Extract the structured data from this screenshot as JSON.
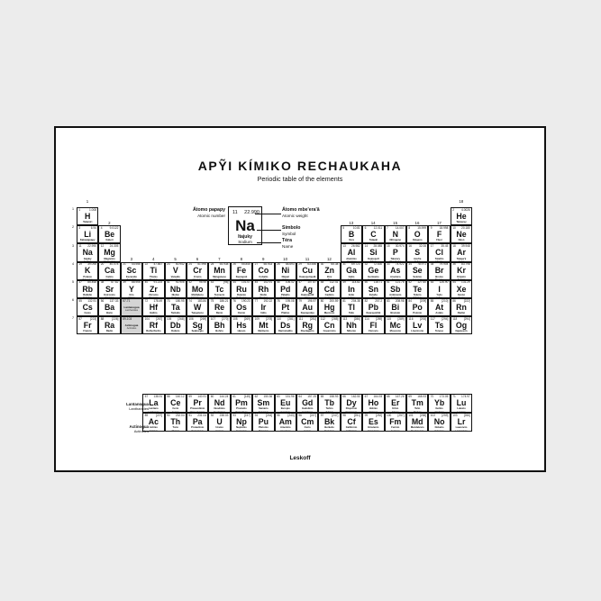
{
  "title": "APỸI KÍMIKO RECHAUKAHA",
  "subtitle": "Periodic table of the elements",
  "brand": "Leskoff",
  "groups": [
    "1",
    "2",
    "3",
    "4",
    "5",
    "6",
    "7",
    "8",
    "9",
    "10",
    "11",
    "12",
    "13",
    "14",
    "15",
    "16",
    "17",
    "18"
  ],
  "periods": [
    "1",
    "2",
    "3",
    "4",
    "5",
    "6",
    "7"
  ],
  "legend": {
    "number": "11",
    "mass": "22.990",
    "symbol": "Na",
    "name": "Itajuky",
    "name_en": "Sodium",
    "number_label": "Átomo papapy",
    "number_label_en": "Atomic number",
    "mass_label": "Átomo mbe'era'ã",
    "mass_label_en": "Atomic weight",
    "symbol_label": "Símbolo",
    "symbol_label_en": "Symbol",
    "name_label": "Téra",
    "name_label_en": "Name"
  },
  "series": {
    "lanthanides_label": "Lantanogua",
    "lanthanides_label_en": "Lanthanides",
    "actinides_label": "Actinogua",
    "actinides_label_en": "Actinides"
  },
  "elements": [
    {
      "n": "1",
      "s": "H",
      "m": "1.008",
      "nm": "Tatamiri",
      "en": "Hydrogen",
      "g": 1,
      "p": 1
    },
    {
      "n": "2",
      "s": "He",
      "m": "4.0026",
      "nm": "Tatavevy",
      "en": "Helium",
      "g": 18,
      "p": 1
    },
    {
      "n": "3",
      "s": "Li",
      "m": "6.94",
      "nm": "Kakuaiguapy",
      "en": "Lithium",
      "g": 1,
      "p": 2
    },
    {
      "n": "4",
      "s": "Be",
      "m": "9.0122",
      "nm": "Itaberi",
      "en": "Beryllium",
      "g": 2,
      "p": 2
    },
    {
      "n": "5",
      "s": "B",
      "m": "10.81",
      "nm": "Vora",
      "en": "Boron",
      "g": 13,
      "p": 2
    },
    {
      "n": "6",
      "s": "C",
      "m": "12.011",
      "nm": "Tatapỹi",
      "en": "Carbon",
      "g": 14,
      "p": 2
    },
    {
      "n": "7",
      "s": "N",
      "m": "14.007",
      "nm": "Nitrógeno",
      "en": "Nitrogen",
      "g": 15,
      "p": 2
    },
    {
      "n": "8",
      "s": "O",
      "m": "15.999",
      "nm": "Oxígeno",
      "en": "Oxygen",
      "g": 16,
      "p": 2
    },
    {
      "n": "9",
      "s": "F",
      "m": "18.998",
      "nm": "Fluor",
      "en": "Fluorine",
      "g": 17,
      "p": 2
    },
    {
      "n": "10",
      "s": "Ne",
      "m": "20.180",
      "nm": "Néon",
      "en": "Neon",
      "g": 18,
      "p": 2
    },
    {
      "n": "11",
      "s": "Na",
      "m": "22.990",
      "nm": "Itajuky",
      "en": "Sodium",
      "g": 1,
      "p": 3
    },
    {
      "n": "12",
      "s": "Mg",
      "m": "24.305",
      "nm": "Magnésio",
      "en": "Magnesium",
      "g": 2,
      "p": 3
    },
    {
      "n": "13",
      "s": "Al",
      "m": "26.982",
      "nm": "Aluminio",
      "en": "Aluminium",
      "g": 13,
      "p": 3
    },
    {
      "n": "14",
      "s": "Si",
      "m": "28.085",
      "nm": "Kuarepotĩ",
      "en": "Silicon",
      "g": 14,
      "p": 3
    },
    {
      "n": "15",
      "s": "P",
      "m": "30.974",
      "nm": "Tatarory",
      "en": "Phosphorus",
      "g": 15,
      "p": 3
    },
    {
      "n": "16",
      "s": "S",
      "m": "32.06",
      "nm": "Azufre",
      "en": "Sulfur",
      "g": 16,
      "p": 3
    },
    {
      "n": "17",
      "s": "Cl",
      "m": "35.45",
      "nm": "Tatatĩro",
      "en": "Chlorine",
      "g": 17,
      "p": 3
    },
    {
      "n": "18",
      "s": "Ar",
      "m": "39.948",
      "nm": "Tatape'ỹ",
      "en": "Argon",
      "g": 18,
      "p": 3
    },
    {
      "n": "19",
      "s": "K",
      "m": "39.098",
      "nm": "Potasio",
      "en": "Potassium",
      "g": 1,
      "p": 4
    },
    {
      "n": "20",
      "s": "Ca",
      "m": "40.078",
      "nm": "Calcio",
      "en": "Calcium",
      "g": 2,
      "p": 4
    },
    {
      "n": "21",
      "s": "Sc",
      "m": "44.956",
      "nm": "Escandio",
      "en": "Scandium",
      "g": 3,
      "p": 4
    },
    {
      "n": "22",
      "s": "Ti",
      "m": "47.867",
      "nm": "Titanio",
      "en": "Titanium",
      "g": 4,
      "p": 4
    },
    {
      "n": "23",
      "s": "V",
      "m": "50.942",
      "nm": "Vanadio",
      "en": "Vanadium",
      "g": 5,
      "p": 4
    },
    {
      "n": "24",
      "s": "Cr",
      "m": "51.996",
      "nm": "Cromo",
      "en": "Chromium",
      "g": 6,
      "p": 4
    },
    {
      "n": "25",
      "s": "Mn",
      "m": "54.938",
      "nm": "Manganeso",
      "en": "Manganese",
      "g": 7,
      "p": 4
    },
    {
      "n": "26",
      "s": "Fe",
      "m": "55.845",
      "nm": "Kuarepoti",
      "en": "Iron",
      "g": 8,
      "p": 4
    },
    {
      "n": "27",
      "s": "Co",
      "m": "58.933",
      "nm": "Cobalto",
      "en": "Cobalt",
      "g": 9,
      "p": 4
    },
    {
      "n": "28",
      "s": "Ni",
      "m": "58.693",
      "nm": "Níquel",
      "en": "Nickel",
      "g": 10,
      "p": 4
    },
    {
      "n": "29",
      "s": "Cu",
      "m": "63.546",
      "nm": "Kuarepotipytã",
      "en": "Copper",
      "g": 11,
      "p": 4
    },
    {
      "n": "30",
      "s": "Zn",
      "m": "65.38",
      "nm": "Zinc",
      "en": "Zinc",
      "g": 12,
      "p": 4
    },
    {
      "n": "31",
      "s": "Ga",
      "m": "69.723",
      "nm": "Galio",
      "en": "Gallium",
      "g": 13,
      "p": 4
    },
    {
      "n": "32",
      "s": "Ge",
      "m": "72.630",
      "nm": "Germanio",
      "en": "Germanium",
      "g": 14,
      "p": 4
    },
    {
      "n": "33",
      "s": "As",
      "m": "74.922",
      "nm": "Arsénico",
      "en": "Arsenic",
      "g": 15,
      "p": 4
    },
    {
      "n": "34",
      "s": "Se",
      "m": "78.971",
      "nm": "Selenio",
      "en": "Selenium",
      "g": 16,
      "p": 4
    },
    {
      "n": "35",
      "s": "Br",
      "m": "79.904",
      "nm": "Bromo",
      "en": "Bromine",
      "g": 17,
      "p": 4
    },
    {
      "n": "36",
      "s": "Kr",
      "m": "83.798",
      "nm": "Kriptón",
      "en": "Krypton",
      "g": 18,
      "p": 4
    },
    {
      "n": "37",
      "s": "Rb",
      "m": "85.468",
      "nm": "Rubidio",
      "en": "Rubidium",
      "g": 1,
      "p": 5
    },
    {
      "n": "38",
      "s": "Sr",
      "m": "87.62",
      "nm": "Estroncio",
      "en": "Strontium",
      "g": 2,
      "p": 5
    },
    {
      "n": "39",
      "s": "Y",
      "m": "88.906",
      "nm": "Itrio",
      "en": "Yttrium",
      "g": 3,
      "p": 5
    },
    {
      "n": "40",
      "s": "Zr",
      "m": "91.224",
      "nm": "Zirconio",
      "en": "Zirconium",
      "g": 4,
      "p": 5
    },
    {
      "n": "41",
      "s": "Nb",
      "m": "92.906",
      "nm": "Niobio",
      "en": "Niobium",
      "g": 5,
      "p": 5
    },
    {
      "n": "42",
      "s": "Mo",
      "m": "95.95",
      "nm": "Molibdeno",
      "en": "Molybdenum",
      "g": 6,
      "p": 5
    },
    {
      "n": "43",
      "s": "Tc",
      "m": "[98]",
      "nm": "Tecnecio",
      "en": "Technetium",
      "g": 7,
      "p": 5
    },
    {
      "n": "44",
      "s": "Ru",
      "m": "101.07",
      "nm": "Rutenio",
      "en": "Ruthenium",
      "g": 8,
      "p": 5
    },
    {
      "n": "45",
      "s": "Rh",
      "m": "102.91",
      "nm": "Rodio",
      "en": "Rhodium",
      "g": 9,
      "p": 5
    },
    {
      "n": "46",
      "s": "Pd",
      "m": "106.42",
      "nm": "Paladio",
      "en": "Palladium",
      "g": 10,
      "p": 5
    },
    {
      "n": "47",
      "s": "Ag",
      "m": "107.87",
      "nm": "Kuarepotitĩ",
      "en": "Silver",
      "g": 11,
      "p": 5
    },
    {
      "n": "48",
      "s": "Cd",
      "m": "112.41",
      "nm": "Cadmio",
      "en": "Cadmium",
      "g": 12,
      "p": 5
    },
    {
      "n": "49",
      "s": "In",
      "m": "114.82",
      "nm": "Indio",
      "en": "Indium",
      "g": 13,
      "p": 5
    },
    {
      "n": "50",
      "s": "Sn",
      "m": "118.71",
      "nm": "Estaño",
      "en": "Tin",
      "g": 14,
      "p": 5
    },
    {
      "n": "51",
      "s": "Sb",
      "m": "121.76",
      "nm": "Antimonio",
      "en": "Antimony",
      "g": 15,
      "p": 5
    },
    {
      "n": "52",
      "s": "Te",
      "m": "127.60",
      "nm": "Telurio",
      "en": "Tellurium",
      "g": 16,
      "p": 5
    },
    {
      "n": "53",
      "s": "I",
      "m": "126.90",
      "nm": "Yodo",
      "en": "Iodine",
      "g": 17,
      "p": 5
    },
    {
      "n": "54",
      "s": "Xe",
      "m": "131.29",
      "nm": "Xenón",
      "en": "Xenon",
      "g": 18,
      "p": 5
    },
    {
      "n": "55",
      "s": "Cs",
      "m": "132.91",
      "nm": "Cesio",
      "en": "Caesium",
      "g": 1,
      "p": 6
    },
    {
      "n": "56",
      "s": "Ba",
      "m": "137.33",
      "nm": "Bario",
      "en": "Barium",
      "g": 2,
      "p": 6
    },
    {
      "n": "57-71",
      "s": "",
      "m": "",
      "nm": "Lantanogua",
      "en": "Lanthanides",
      "g": 3,
      "p": 6,
      "ref": true
    },
    {
      "n": "72",
      "s": "Hf",
      "m": "178.49",
      "nm": "Hafnio",
      "en": "Hafnium",
      "g": 4,
      "p": 6
    },
    {
      "n": "73",
      "s": "Ta",
      "m": "180.95",
      "nm": "Tantalio",
      "en": "Tantalum",
      "g": 5,
      "p": 6
    },
    {
      "n": "74",
      "s": "W",
      "m": "183.84",
      "nm": "Tungsteno",
      "en": "Tungsten",
      "g": 6,
      "p": 6
    },
    {
      "n": "75",
      "s": "Re",
      "m": "186.21",
      "nm": "Renio",
      "en": "Rhenium",
      "g": 7,
      "p": 6
    },
    {
      "n": "76",
      "s": "Os",
      "m": "190.23",
      "nm": "Osmio",
      "en": "Osmium",
      "g": 8,
      "p": 6
    },
    {
      "n": "77",
      "s": "Ir",
      "m": "192.22",
      "nm": "Iridio",
      "en": "Iridium",
      "g": 9,
      "p": 6
    },
    {
      "n": "78",
      "s": "Pt",
      "m": "195.08",
      "nm": "Platino",
      "en": "Platinum",
      "g": 10,
      "p": 6
    },
    {
      "n": "79",
      "s": "Au",
      "m": "196.97",
      "nm": "Kuarepotiju",
      "en": "Gold",
      "g": 11,
      "p": 6
    },
    {
      "n": "80",
      "s": "Hg",
      "m": "200.59",
      "nm": "Mercurio",
      "en": "Mercury",
      "g": 12,
      "p": 6
    },
    {
      "n": "81",
      "s": "Tl",
      "m": "204.38",
      "nm": "Talio",
      "en": "Thallium",
      "g": 13,
      "p": 6
    },
    {
      "n": "82",
      "s": "Pb",
      "m": "207.2",
      "nm": "Kuarepotihũ",
      "en": "Lead",
      "g": 14,
      "p": 6
    },
    {
      "n": "83",
      "s": "Bi",
      "m": "208.98",
      "nm": "Bismuto",
      "en": "Bismuth",
      "g": 15,
      "p": 6
    },
    {
      "n": "84",
      "s": "Po",
      "m": "[209]",
      "nm": "Polonio",
      "en": "Polonium",
      "g": 16,
      "p": 6
    },
    {
      "n": "85",
      "s": "At",
      "m": "[210]",
      "nm": "Astato",
      "en": "Astatine",
      "g": 17,
      "p": 6
    },
    {
      "n": "86",
      "s": "Rn",
      "m": "[222]",
      "nm": "Radón",
      "en": "Radon",
      "g": 18,
      "p": 6
    },
    {
      "n": "87",
      "s": "Fr",
      "m": "[223]",
      "nm": "Francio",
      "en": "Francium",
      "g": 1,
      "p": 7
    },
    {
      "n": "88",
      "s": "Ra",
      "m": "[226]",
      "nm": "Radio",
      "en": "Radium",
      "g": 2,
      "p": 7
    },
    {
      "n": "89-103",
      "s": "",
      "m": "",
      "nm": "Actinogua",
      "en": "Actinides",
      "g": 3,
      "p": 7,
      "ref": true
    },
    {
      "n": "104",
      "s": "Rf",
      "m": "[267]",
      "nm": "Rutherfordio",
      "en": "Rutherfordium",
      "g": 4,
      "p": 7
    },
    {
      "n": "105",
      "s": "Db",
      "m": "[268]",
      "nm": "Dubnio",
      "en": "Dubnium",
      "g": 5,
      "p": 7
    },
    {
      "n": "106",
      "s": "Sg",
      "m": "[269]",
      "nm": "Seaborgio",
      "en": "Seaborgium",
      "g": 6,
      "p": 7
    },
    {
      "n": "107",
      "s": "Bh",
      "m": "[270]",
      "nm": "Bohrio",
      "en": "Bohrium",
      "g": 7,
      "p": 7
    },
    {
      "n": "108",
      "s": "Hs",
      "m": "[269]",
      "nm": "Hassio",
      "en": "Hassium",
      "g": 8,
      "p": 7
    },
    {
      "n": "109",
      "s": "Mt",
      "m": "[278]",
      "nm": "Meitnerio",
      "en": "Meitnerium",
      "g": 9,
      "p": 7
    },
    {
      "n": "110",
      "s": "Ds",
      "m": "[281]",
      "nm": "Darmstadtio",
      "en": "Darmstadtium",
      "g": 10,
      "p": 7
    },
    {
      "n": "111",
      "s": "Rg",
      "m": "[281]",
      "nm": "Roentgenio",
      "en": "Roentgenium",
      "g": 11,
      "p": 7
    },
    {
      "n": "112",
      "s": "Cn",
      "m": "[285]",
      "nm": "Copernicio",
      "en": "Copernicium",
      "g": 12,
      "p": 7
    },
    {
      "n": "113",
      "s": "Nh",
      "m": "[286]",
      "nm": "Nihonio",
      "en": "Nihonium",
      "g": 13,
      "p": 7
    },
    {
      "n": "114",
      "s": "Fl",
      "m": "[289]",
      "nm": "Flerovio",
      "en": "Flerovium",
      "g": 14,
      "p": 7
    },
    {
      "n": "115",
      "s": "Mc",
      "m": "[289]",
      "nm": "Moscovio",
      "en": "Moscovium",
      "g": 15,
      "p": 7
    },
    {
      "n": "116",
      "s": "Lv",
      "m": "[293]",
      "nm": "Livermorio",
      "en": "Livermorium",
      "g": 16,
      "p": 7
    },
    {
      "n": "117",
      "s": "Ts",
      "m": "[294]",
      "nm": "Teneso",
      "en": "Tennessine",
      "g": 17,
      "p": 7
    },
    {
      "n": "118",
      "s": "Og",
      "m": "[294]",
      "nm": "Oganesón",
      "en": "Oganesson",
      "g": 18,
      "p": 7
    }
  ],
  "lanthanides": [
    {
      "n": "57",
      "s": "La",
      "m": "138.91",
      "nm": "Lantano",
      "en": "Lanthanum"
    },
    {
      "n": "58",
      "s": "Ce",
      "m": "140.12",
      "nm": "Cerio",
      "en": "Cerium"
    },
    {
      "n": "59",
      "s": "Pr",
      "m": "140.91",
      "nm": "Praseodimio",
      "en": "Praseodymium"
    },
    {
      "n": "60",
      "s": "Nd",
      "m": "144.24",
      "nm": "Neodimio",
      "en": "Neodymium"
    },
    {
      "n": "61",
      "s": "Pm",
      "m": "[145]",
      "nm": "Prometio",
      "en": "Promethium"
    },
    {
      "n": "62",
      "s": "Sm",
      "m": "150.36",
      "nm": "Samario",
      "en": "Samarium"
    },
    {
      "n": "63",
      "s": "Eu",
      "m": "151.96",
      "nm": "Europio",
      "en": "Europium"
    },
    {
      "n": "64",
      "s": "Gd",
      "m": "157.25",
      "nm": "Gadolinio",
      "en": "Gadolinium"
    },
    {
      "n": "65",
      "s": "Tb",
      "m": "158.93",
      "nm": "Terbio",
      "en": "Terbium"
    },
    {
      "n": "66",
      "s": "Dy",
      "m": "162.50",
      "nm": "Disprosio",
      "en": "Dysprosium"
    },
    {
      "n": "67",
      "s": "Ho",
      "m": "164.93",
      "nm": "Holmio",
      "en": "Holmium"
    },
    {
      "n": "68",
      "s": "Er",
      "m": "167.26",
      "nm": "Erbio",
      "en": "Erbium"
    },
    {
      "n": "69",
      "s": "Tm",
      "m": "168.93",
      "nm": "Tulio",
      "en": "Thulium"
    },
    {
      "n": "70",
      "s": "Yb",
      "m": "173.05",
      "nm": "Iterbio",
      "en": "Ytterbium"
    },
    {
      "n": "71",
      "s": "Lu",
      "m": "174.97",
      "nm": "Lutecio",
      "en": "Lutetium"
    }
  ],
  "actinides": [
    {
      "n": "89",
      "s": "Ac",
      "m": "[227]",
      "nm": "Actinio",
      "en": "Actinium"
    },
    {
      "n": "90",
      "s": "Th",
      "m": "232.04",
      "nm": "Torio",
      "en": "Thorium"
    },
    {
      "n": "91",
      "s": "Pa",
      "m": "231.04",
      "nm": "Protactinio",
      "en": "Protactinium"
    },
    {
      "n": "92",
      "s": "U",
      "m": "238.03",
      "nm": "Uranio",
      "en": "Uranium"
    },
    {
      "n": "93",
      "s": "Np",
      "m": "[237]",
      "nm": "Neptunio",
      "en": "Neptunium"
    },
    {
      "n": "94",
      "s": "Pu",
      "m": "[244]",
      "nm": "Plutonio",
      "en": "Plutonium"
    },
    {
      "n": "95",
      "s": "Am",
      "m": "[243]",
      "nm": "Americio",
      "en": "Americium"
    },
    {
      "n": "96",
      "s": "Cm",
      "m": "[247]",
      "nm": "Curio",
      "en": "Curium"
    },
    {
      "n": "97",
      "s": "Bk",
      "m": "[247]",
      "nm": "Berkelio",
      "en": "Berkelium"
    },
    {
      "n": "98",
      "s": "Cf",
      "m": "[251]",
      "nm": "Californio",
      "en": "Californium"
    },
    {
      "n": "99",
      "s": "Es",
      "m": "[252]",
      "nm": "Einstenio",
      "en": "Einsteinium"
    },
    {
      "n": "100",
      "s": "Fm",
      "m": "[257]",
      "nm": "Fermio",
      "en": "Fermium"
    },
    {
      "n": "101",
      "s": "Md",
      "m": "[258]",
      "nm": "Mendelevio",
      "en": "Mendelevium"
    },
    {
      "n": "102",
      "s": "No",
      "m": "[259]",
      "nm": "Nobelio",
      "en": "Nobelium"
    },
    {
      "n": "103",
      "s": "Lr",
      "m": "[266]",
      "nm": "Laurencio",
      "en": "Lawrencium"
    }
  ]
}
